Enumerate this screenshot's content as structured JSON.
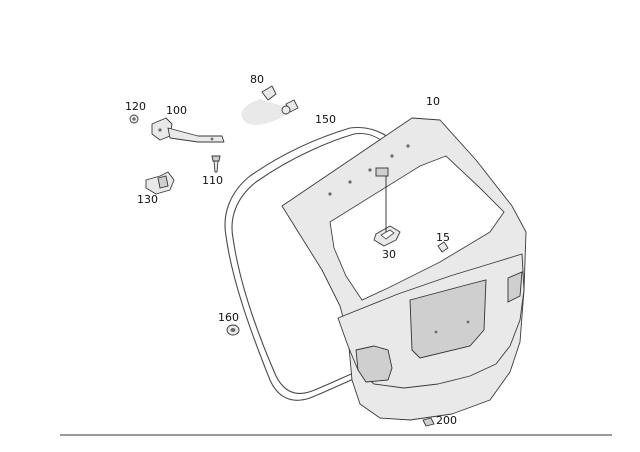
{
  "diagram": {
    "callouts": [
      {
        "id": "c10",
        "label": "10"
      },
      {
        "id": "c15",
        "label": "15"
      },
      {
        "id": "c30",
        "label": "30"
      },
      {
        "id": "c80",
        "label": "80"
      },
      {
        "id": "c100",
        "label": "100"
      },
      {
        "id": "c110",
        "label": "110"
      },
      {
        "id": "c120",
        "label": "120"
      },
      {
        "id": "c130",
        "label": "130"
      },
      {
        "id": "c150",
        "label": "150"
      },
      {
        "id": "c160",
        "label": "160"
      },
      {
        "id": "c200",
        "label": "200"
      }
    ]
  }
}
